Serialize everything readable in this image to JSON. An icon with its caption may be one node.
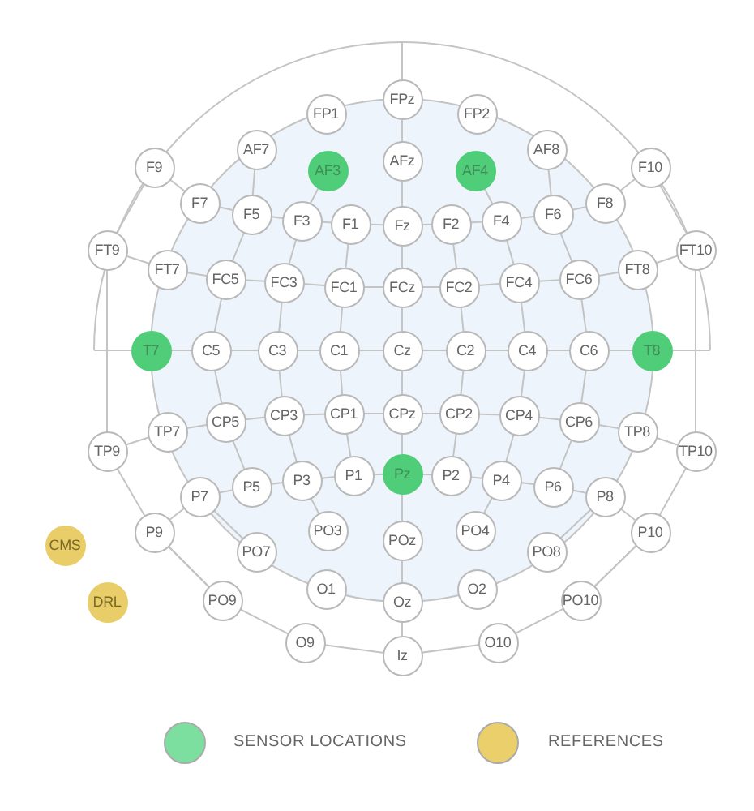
{
  "diagram": {
    "nodes": [
      {
        "text": [
          "FPz"
        ]
      },
      {
        "text": [
          "FP1"
        ]
      },
      {
        "text": [
          "FP2"
        ]
      },
      {
        "text": [
          "AF7"
        ]
      },
      {
        "text": [
          "AF3"
        ]
      },
      {
        "text": [
          "AFz"
        ]
      },
      {
        "text": [
          "AF4"
        ]
      },
      {
        "text": [
          "AF8"
        ]
      },
      {
        "text": [
          "F9"
        ]
      },
      {
        "text": [
          "F7"
        ]
      },
      {
        "text": [
          "F5"
        ]
      },
      {
        "text": [
          "F3"
        ]
      },
      {
        "text": [
          "F1"
        ]
      },
      {
        "text": [
          "Fz"
        ]
      },
      {
        "text": [
          "F2"
        ]
      },
      {
        "text": [
          "F4"
        ]
      },
      {
        "text": [
          "F6"
        ]
      },
      {
        "text": [
          "F8"
        ]
      },
      {
        "text": [
          "F10"
        ]
      },
      {
        "text": [
          "FT9"
        ]
      },
      {
        "text": [
          "FT7"
        ]
      },
      {
        "text": [
          "FC5"
        ]
      },
      {
        "text": [
          "FC3"
        ]
      },
      {
        "text": [
          "FC1"
        ]
      },
      {
        "text": [
          "FCz"
        ]
      },
      {
        "text": [
          "FC2"
        ]
      },
      {
        "text": [
          "FC4"
        ]
      },
      {
        "text": [
          "FC6"
        ]
      },
      {
        "text": [
          "FT8"
        ]
      },
      {
        "text": [
          "FT10"
        ]
      },
      {
        "text": [
          "T7"
        ]
      },
      {
        "text": [
          "C5"
        ]
      },
      {
        "text": [
          "C3"
        ]
      },
      {
        "text": [
          "C1"
        ]
      },
      {
        "text": [
          "Cz"
        ]
      },
      {
        "text": [
          "C2"
        ]
      },
      {
        "text": [
          "C4"
        ]
      },
      {
        "text": [
          "C6"
        ]
      },
      {
        "text": [
          "T8"
        ]
      },
      {
        "text": [
          "TP9"
        ]
      },
      {
        "text": [
          "TP7"
        ]
      },
      {
        "text": [
          "CP5"
        ]
      },
      {
        "text": [
          "CP3"
        ]
      },
      {
        "text": [
          "CP1"
        ]
      },
      {
        "text": [
          "CPz"
        ]
      },
      {
        "text": [
          "CP2"
        ]
      },
      {
        "text": [
          "CP4"
        ]
      },
      {
        "text": [
          "CP6"
        ]
      },
      {
        "text": [
          "TP8"
        ]
      },
      {
        "text": [
          "TP10"
        ]
      },
      {
        "text": [
          "P9"
        ]
      },
      {
        "text": [
          "P7"
        ]
      },
      {
        "text": [
          "P5"
        ]
      },
      {
        "text": [
          "P3"
        ]
      },
      {
        "text": [
          "P1"
        ]
      },
      {
        "text": [
          "Pz"
        ]
      },
      {
        "text": [
          "P2"
        ]
      },
      {
        "text": [
          "P4"
        ]
      },
      {
        "text": [
          "P6"
        ]
      },
      {
        "text": [
          "P8"
        ]
      },
      {
        "text": [
          "P10"
        ]
      },
      {
        "text": [
          "CMS"
        ]
      },
      {
        "text": [
          "PO7"
        ]
      },
      {
        "text": [
          "PO3"
        ]
      },
      {
        "text": [
          "POz"
        ]
      },
      {
        "text": [
          "PO4"
        ]
      },
      {
        "text": [
          "PO8"
        ]
      },
      {
        "text": [
          "DRL"
        ]
      },
      {
        "text": [
          "PO9"
        ]
      },
      {
        "text": [
          "O1"
        ]
      },
      {
        "text": [
          "Oz"
        ]
      },
      {
        "text": [
          "O2"
        ]
      },
      {
        "text": [
          "PO10"
        ]
      },
      {
        "text": [
          "O9"
        ]
      },
      {
        "text": [
          "Iz"
        ]
      },
      {
        "text": [
          "O10"
        ]
      }
    ],
    "legend": [
      {
        "text": "SENSOR LOCATIONS",
        "color": "#7ddf9f"
      },
      {
        "text": "REFERENCES",
        "color": "#ebcf6b"
      }
    ]
  }
}
